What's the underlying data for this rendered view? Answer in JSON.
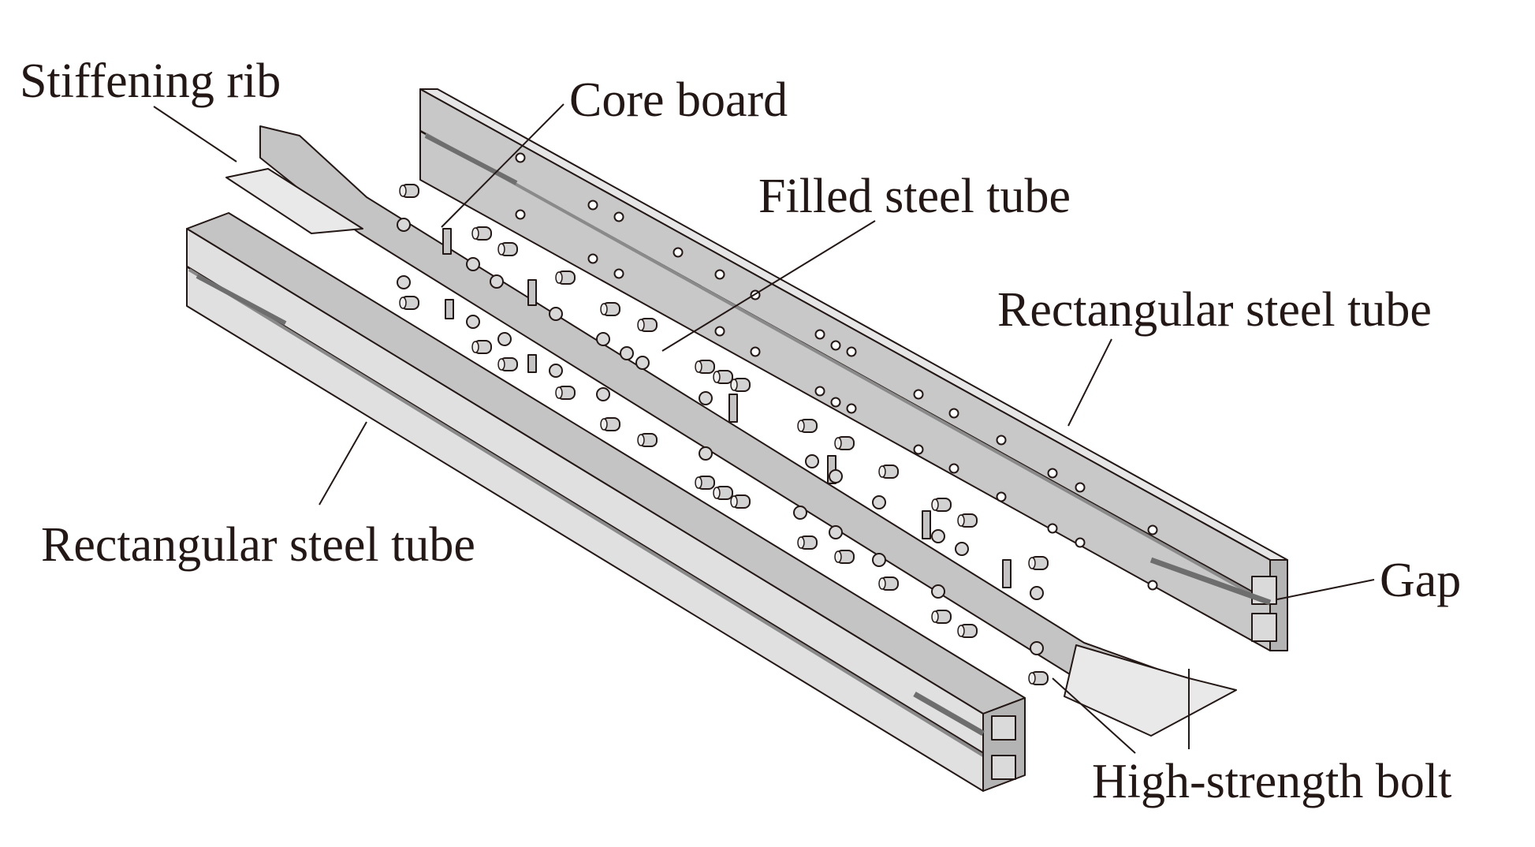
{
  "labels": {
    "stiffening_rib": "Stiffening rib",
    "core_board": "Core board",
    "filled_steel_tube": "Filled steel tube",
    "rect_tube_right": "Rectangular steel tube",
    "rect_tube_left": "Rectangular steel tube",
    "gap": "Gap",
    "high_strength_bolt": "High-strength bolt"
  },
  "colors": {
    "tube_top": "#c8c8c8",
    "tube_side": "#dadada",
    "tube_end": "#b4b4b4",
    "core": "#c4c4c4",
    "gap_slot": "#6e6e6e",
    "bolt": "#d2d2d2",
    "outline": "#231815"
  }
}
